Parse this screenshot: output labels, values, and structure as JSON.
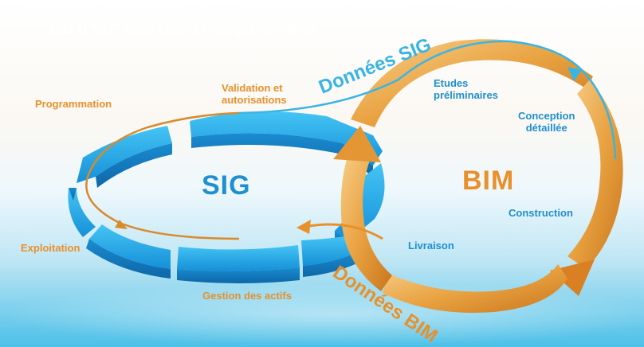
{
  "header": {
    "title": "BIM et SIG : deux cultures complémentaires"
  },
  "cycles": {
    "sig": {
      "label": "SIG"
    },
    "bim": {
      "label": "BIM"
    }
  },
  "flows": {
    "sig_to_bim": "Données SIG",
    "bim_to_sig": "Données BIM"
  },
  "stages": {
    "programmation": "Programmation",
    "validation": [
      "Validation et",
      "autorisations"
    ],
    "etudes": [
      "Etudes",
      "préliminaires"
    ],
    "conception": [
      "Conception",
      "détaillée"
    ],
    "construction": "Construction",
    "livraison": "Livraison",
    "gestion": "Gestion des actifs",
    "exploitation": "Exploitation"
  },
  "colors": {
    "orange": "#e8902a",
    "blue": "#1f8fd0",
    "cyan": "#39b5e3"
  }
}
